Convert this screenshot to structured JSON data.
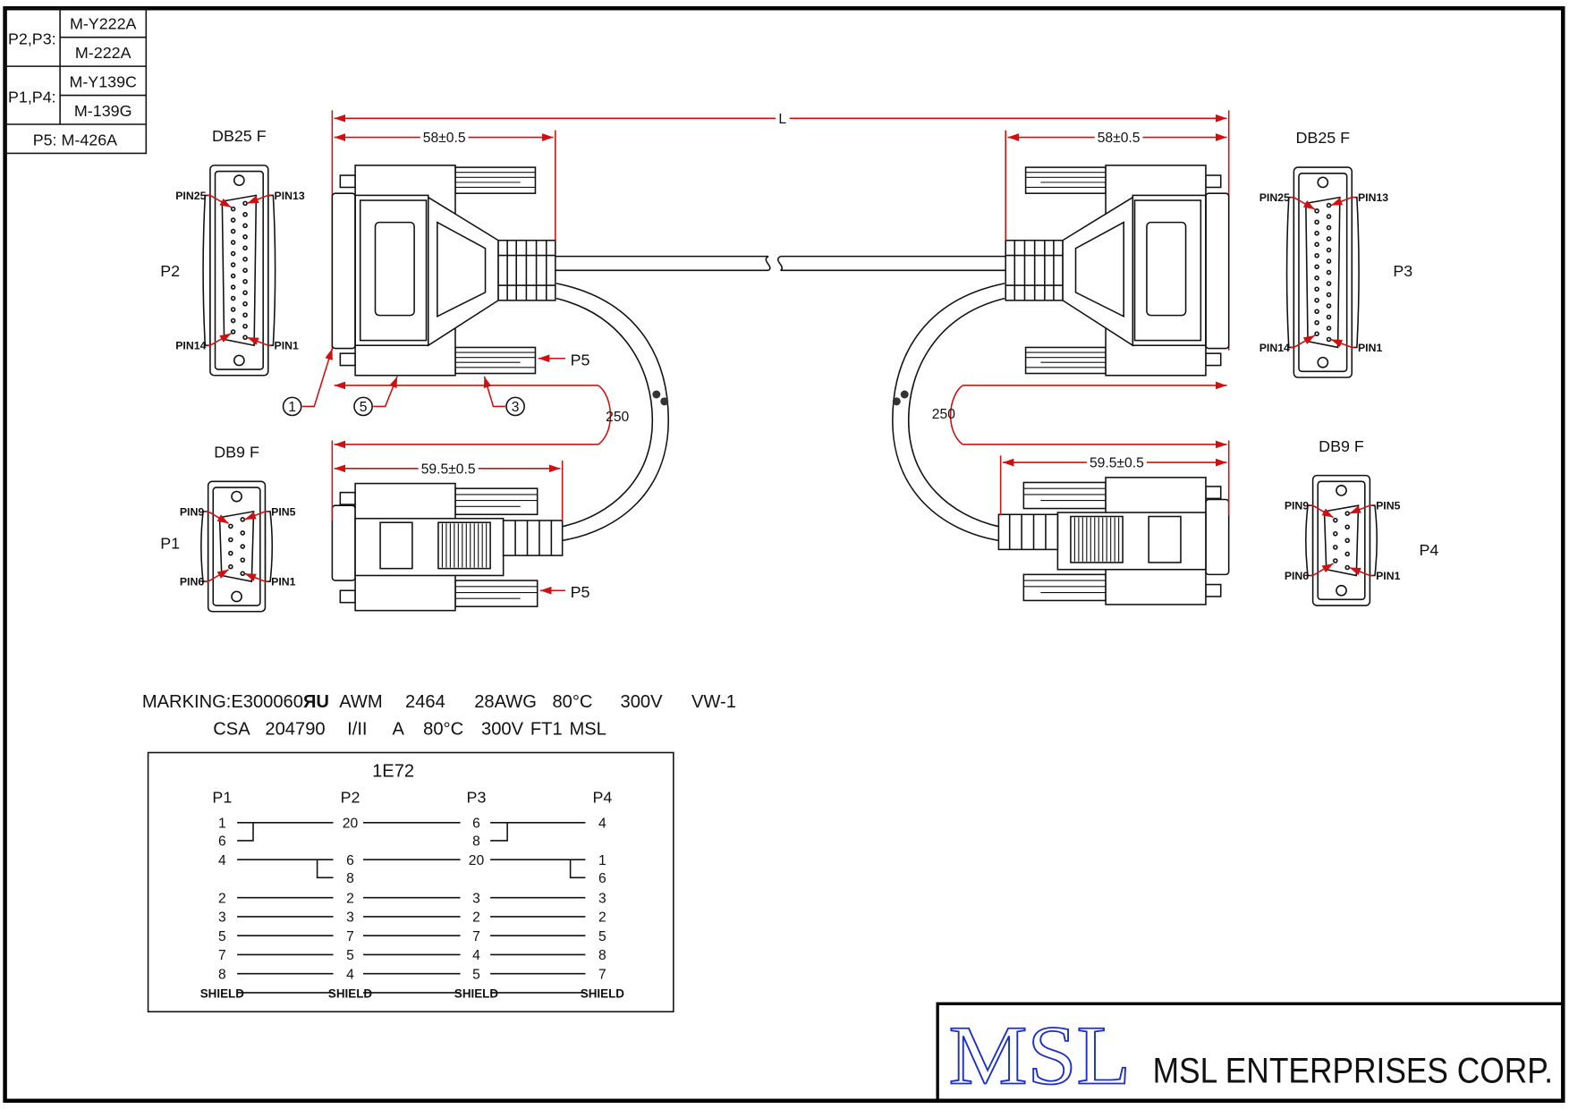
{
  "parts_table": {
    "rows": [
      {
        "group": "P2,P3:",
        "parts": [
          "M-Y222A",
          "M-222A"
        ]
      },
      {
        "group": "P1,P4:",
        "parts": [
          "M-Y139C",
          "M-139G"
        ]
      }
    ],
    "p5": "P5:  M-426A"
  },
  "dimensions": {
    "overall": "L",
    "db25_left": "58±0.5",
    "db25_right": "58±0.5",
    "db9_left": "59.5±0.5",
    "db9_right": "59.5±0.5",
    "branch_left": "250",
    "branch_right": "250"
  },
  "connectors": {
    "p2": {
      "type": "DB25  F",
      "name": "P2",
      "pins": {
        "top_left": "PIN25",
        "top_right": "PIN13",
        "bottom_left": "PIN14",
        "bottom_right": "PIN1"
      }
    },
    "p3": {
      "type": "DB25  F",
      "name": "P3",
      "pins": {
        "top_left": "PIN25",
        "top_right": "PIN13",
        "bottom_left": "PIN14",
        "bottom_right": "PIN1"
      }
    },
    "p1": {
      "type": "DB9  F",
      "name": "P1",
      "pins": {
        "top_left": "PIN9",
        "top_right": "PIN5",
        "bottom_left": "PIN6",
        "bottom_right": "PIN1"
      }
    },
    "p4": {
      "type": "DB9  F",
      "name": "P4",
      "pins": {
        "top_left": "PIN9",
        "top_right": "PIN5",
        "bottom_left": "PIN6",
        "bottom_right": "PIN1"
      }
    }
  },
  "callouts": {
    "c1": "1",
    "c5": "5",
    "c3": "3",
    "p5_top": "P5",
    "p5_bottom": "P5"
  },
  "marking": {
    "line1": [
      "MARKING:E300060",
      "ЯU",
      "AWM",
      "2464",
      "28AWG",
      "80°C",
      "300V",
      "VW-1"
    ],
    "line2": [
      "CSA",
      "204790",
      "I/II",
      "A",
      "80°C",
      "300V",
      "FT1",
      "MSL"
    ]
  },
  "wiring": {
    "title": "1E72",
    "headers": [
      "P1",
      "P2",
      "P3",
      "P4"
    ],
    "rows": [
      [
        "1",
        "20",
        "6",
        "4"
      ],
      [
        "6",
        "",
        "8",
        ""
      ],
      [
        "4",
        "6",
        "20",
        "1"
      ],
      [
        "",
        "8",
        "",
        "6"
      ],
      [
        "2",
        "2",
        "3",
        "3"
      ],
      [
        "3",
        "3",
        "2",
        "2"
      ],
      [
        "5",
        "7",
        "7",
        "5"
      ],
      [
        "7",
        "5",
        "4",
        "8"
      ],
      [
        "8",
        "4",
        "5",
        "7"
      ],
      [
        "SHIELD",
        "SHIELD",
        "SHIELD",
        "SHIELD"
      ]
    ]
  },
  "title_block": {
    "logo": "MSL",
    "company": "MSL  ENTERPRISES  CORP.",
    "logo_color": "#1a2fc9"
  },
  "colors": {
    "dimension": "#d01010",
    "line": "#111111"
  }
}
